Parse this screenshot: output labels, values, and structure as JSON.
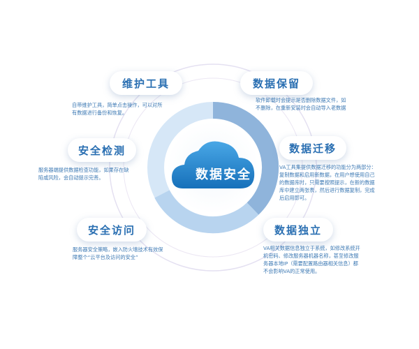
{
  "center": {
    "title": "数据安全"
  },
  "items": [
    {
      "title": "维护工具",
      "desc": [
        "自带维护工具，简单点击操作，可以对所",
        "有数据进行备份和恢复。"
      ]
    },
    {
      "title": "数据保留",
      "desc": [
        "软件卸载时会提示是否删除数据文件，如",
        "不删除，在重新安装时会自动导入老数据"
      ]
    },
    {
      "title": "安全检测",
      "desc": [
        "服务器端提供数据检查功能，如果存在缺",
        "陷或风险，会自动提示完善。"
      ]
    },
    {
      "title": "数据迁移",
      "desc": [
        "VA工具集提供数据迁移的功能分为两部分：",
        "复制数据和启用新数据，在用户想使用自己",
        "的数据库时，只需要按照提示，在新的数据",
        "库中建立两张表，然后进行数据复制，完成",
        "后启用即可。"
      ]
    },
    {
      "title": "安全访问",
      "desc": [
        "服务器安全策略，嵌入防火墙技术有效保",
        "障整个“云平台及访问的安全”"
      ]
    },
    {
      "title": "数据独立",
      "desc": [
        "VA相关数据信息独立于系统，如修改系统开",
        "机密码、修改服务器机器名称，甚至修改服",
        "务器本地IP（需要配置路由器相关信息）都",
        "不会影响VA的正常使用。"
      ]
    }
  ],
  "colors": {
    "accent": "#2a6fb2",
    "ring_light": "#cfe3f6",
    "ring_mid": "#9dc1e6",
    "ring_dark": "#7ea6cf",
    "cloud": "#1e86cf"
  }
}
